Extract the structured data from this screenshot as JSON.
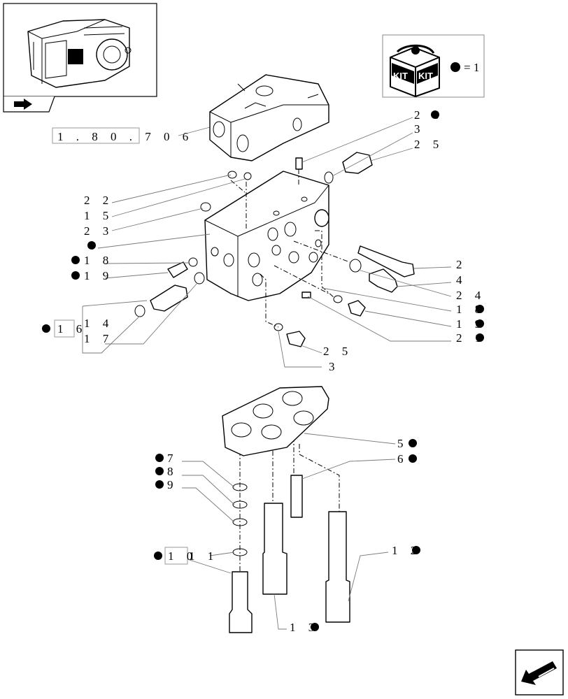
{
  "reference": {
    "text": "1 . 8 0 . 7 0 6"
  },
  "kit": {
    "icon": "kit-box-icon",
    "text_top": "KIT",
    "text_bottom": "KIT",
    "legend": "= 1"
  },
  "callouts": {
    "c26": "2 6",
    "c3a": "3",
    "c25a": "2 5",
    "c22": "2 2",
    "c15": "1 5",
    "c23": "2 3",
    "c18l": "1 8",
    "c19l": "1 9",
    "c16": "1 6",
    "c14": "1 4",
    "c17": "1 7",
    "c2": "2",
    "c4": "4",
    "c24": "2 4",
    "c18r": "1 8",
    "c19r": "1 9",
    "c21": "2 1",
    "c25b": "2 5",
    "c3b": "3",
    "c5": "5",
    "c6": "6",
    "c7": "7",
    "c8": "8",
    "c9": "9",
    "c10": "1 0",
    "c11": "1 1",
    "c12": "1 2",
    "c13": "1 3"
  },
  "icons": {
    "nav": "next-page-arrow-icon",
    "back": "back-arrow-icon"
  },
  "colors": {
    "line": "#000000",
    "leader": "#7a7a7a",
    "background": "#ffffff"
  }
}
